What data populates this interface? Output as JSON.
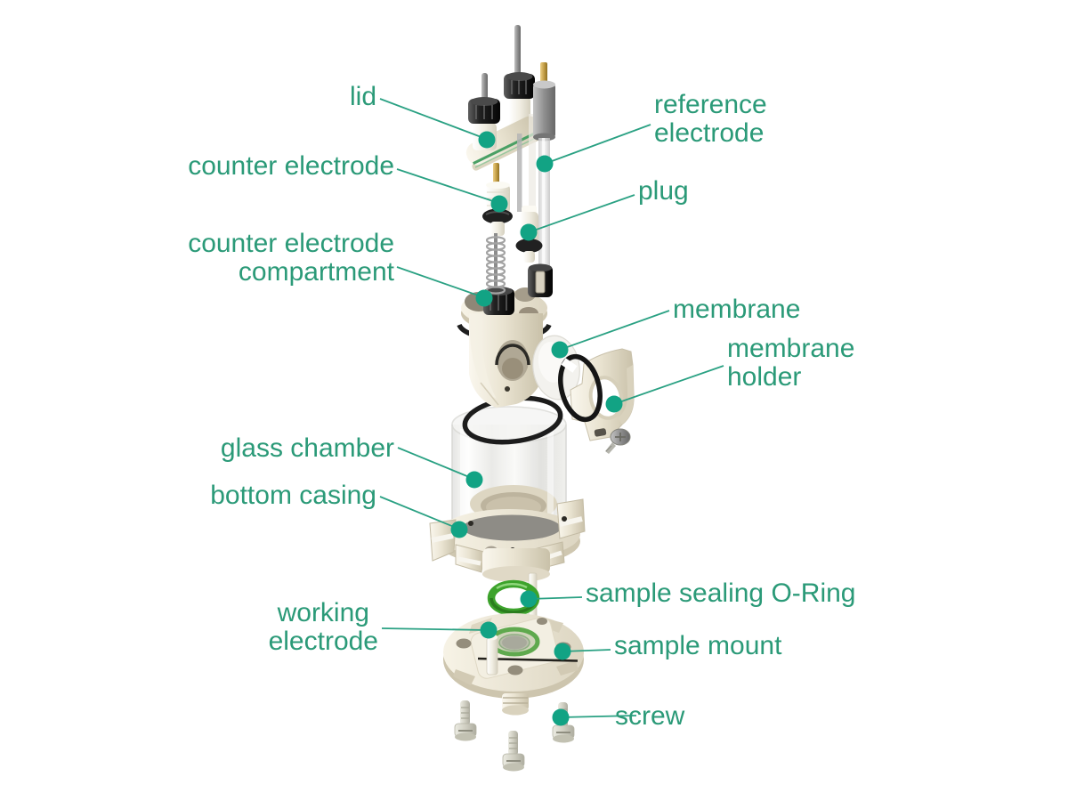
{
  "labels": {
    "lid": {
      "text": "lid"
    },
    "counter_electrode": {
      "text": "counter electrode"
    },
    "counter_electrode_compartment": {
      "text": "counter electrode\ncompartment"
    },
    "reference_electrode": {
      "text": "reference\nelectrode"
    },
    "plug": {
      "text": "plug"
    },
    "membrane": {
      "text": "membrane"
    },
    "membrane_holder": {
      "text": "membrane\nholder"
    },
    "glass_chamber": {
      "text": "glass chamber"
    },
    "bottom_casing": {
      "text": "bottom casing"
    },
    "sample_sealing_oring": {
      "text": "sample sealing O-Ring"
    },
    "working_electrode": {
      "text": "working\nelectrode"
    },
    "sample_mount": {
      "text": "sample mount"
    },
    "screw": {
      "text": "screw"
    }
  },
  "colors": {
    "label_text": "#2b9a78",
    "leader_line": "#2aa183",
    "leader_dot": "#12a384",
    "sealing_oring_green": "#3da32c",
    "body_cream": "#ece7d7"
  }
}
